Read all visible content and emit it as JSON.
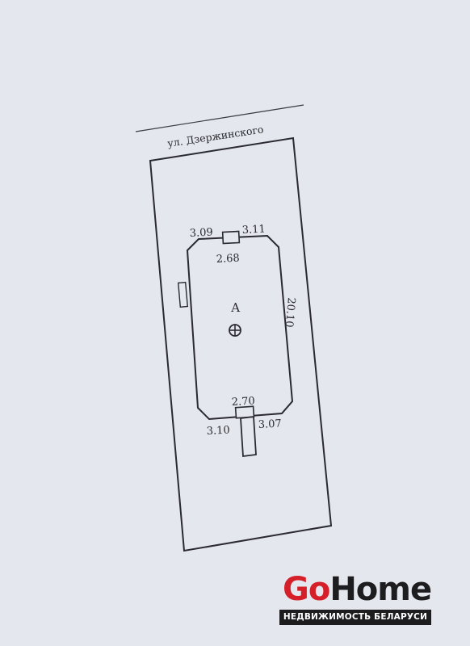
{
  "street_label": "ул. Дзержинского",
  "building_label": "А",
  "dimensions": {
    "top_left": "3.09",
    "top_right": "3.11",
    "top_porch": "2.68",
    "right_side": "20.10",
    "bottom_porch": "2.70",
    "bottom_left": "3.10",
    "bottom_right": "3.07"
  },
  "logo": {
    "go": "Go",
    "home": "Home",
    "tagline": "НЕДВИЖИМОСТЬ БЕЛАРУСИ"
  },
  "colors": {
    "paper": "#e4e7ee",
    "ink": "#2a2a2e",
    "brand_red": "#d5202a",
    "brand_dark": "#1d1d1f"
  }
}
